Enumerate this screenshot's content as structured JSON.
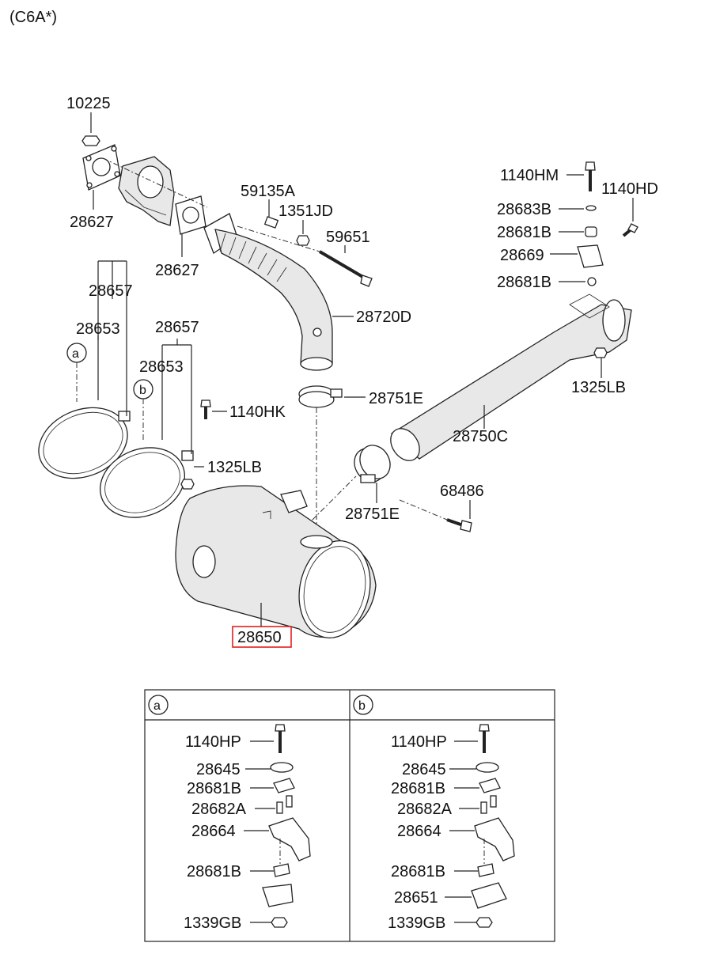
{
  "header": {
    "variant": "(C6A*)"
  },
  "callouts": {
    "p10225": "10225",
    "p28627_top": "28627",
    "p28627_mid": "28627",
    "p59135A": "59135A",
    "p1351JD": "1351JD",
    "p59651": "59651",
    "p28720D": "28720D",
    "p1140HM": "1140HM",
    "p1140HD": "1140HD",
    "p28683B": "28683B",
    "p28681B_1": "28681B",
    "p28669": "28669",
    "p28681B_2": "28681B",
    "p1325LB_right": "1325LB",
    "p28750C": "28750C",
    "p28657_left": "28657",
    "p28653_left": "28653",
    "p28657_mid": "28657",
    "p28653_mid": "28653",
    "p1140HK": "1140HK",
    "p1325LB_left": "1325LB",
    "p28751E_top": "28751E",
    "p28751E_bottom": "28751E",
    "p68486": "68486",
    "p28650": "28650",
    "marker_a": "a",
    "marker_b": "b"
  },
  "highlight_color": "#e02020",
  "detail_table": {
    "col_a": {
      "marker": "a",
      "labels": [
        "1140HP",
        "28645",
        "28681B",
        "28682A",
        "28664",
        "28681B",
        "1339GB"
      ]
    },
    "col_b": {
      "marker": "b",
      "labels": [
        "1140HP",
        "28645",
        "28681B",
        "28682A",
        "28664",
        "28681B",
        "28651",
        "1339GB"
      ]
    }
  }
}
